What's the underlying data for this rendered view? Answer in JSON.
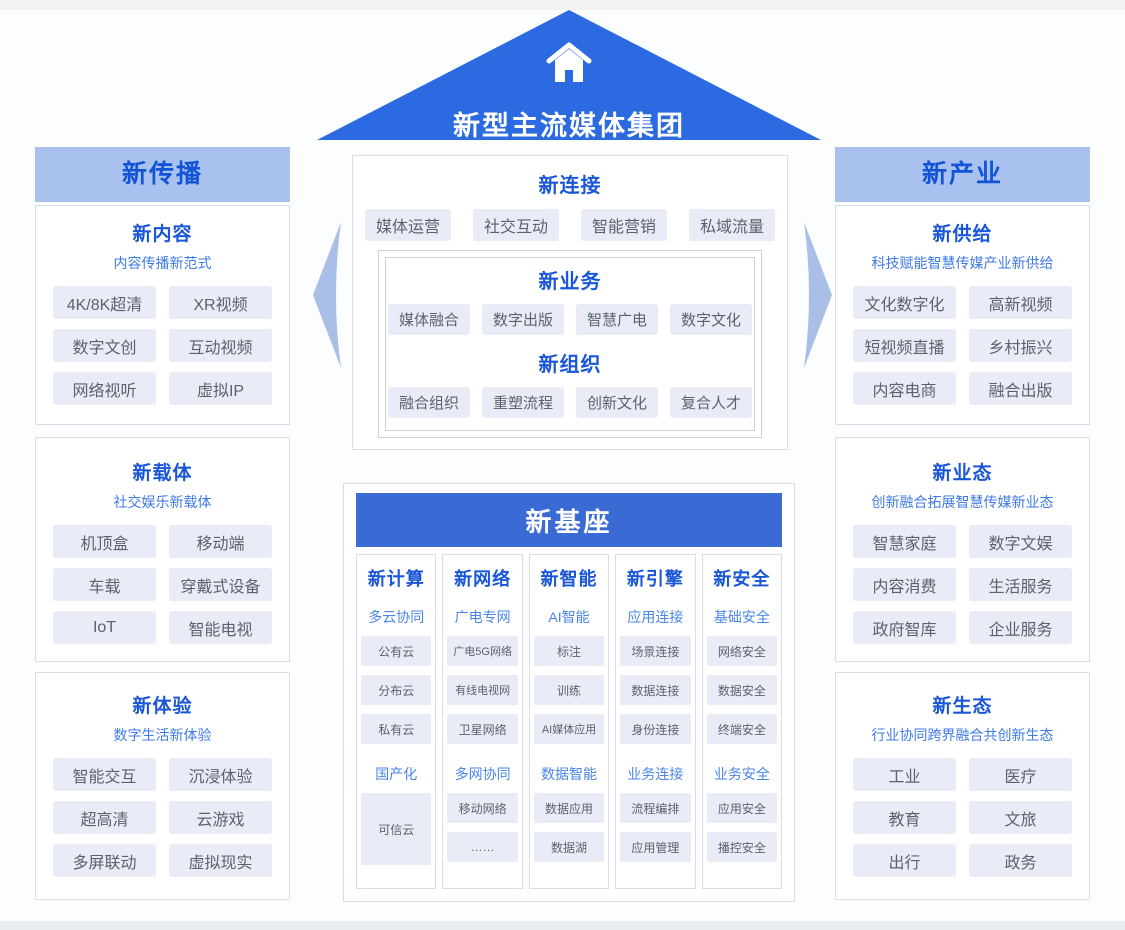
{
  "colors": {
    "roof_blue": "#2b6ae0",
    "band_blue": "#a9c1ee",
    "header_text_blue": "#1254d8",
    "title_blue": "#1a56d8",
    "subtitle_blue": "#3e7ae6",
    "section_blue": "#4a86e8",
    "foundation_bar_blue": "#3a6bd5",
    "chip_bg": "#e9ecf7",
    "chip_text": "#5a6270",
    "arrow_fill": "#a9bfe8"
  },
  "roof": {
    "icon": "home-icon",
    "title": "新型主流媒体集团"
  },
  "left_column": {
    "header": "新传播",
    "panels": [
      {
        "title": "新内容",
        "subtitle": "内容传播新范式",
        "chips": [
          "4K/8K超清",
          "XR视频",
          "数字文创",
          "互动视频",
          "网络视听",
          "虚拟IP"
        ]
      },
      {
        "title": "新载体",
        "subtitle": "社交娱乐新载体",
        "chips": [
          "机顶盒",
          "移动端",
          "车载",
          "穿戴式设备",
          "IoT",
          "智能电视"
        ]
      },
      {
        "title": "新体验",
        "subtitle": "数字生活新体验",
        "chips": [
          "智能交互",
          "沉浸体验",
          "超高清",
          "云游戏",
          "多屏联动",
          "虚拟现实"
        ]
      }
    ]
  },
  "right_column": {
    "header": "新产业",
    "panels": [
      {
        "title": "新供给",
        "subtitle": "科技赋能智慧传媒产业新供给",
        "chips": [
          "文化数字化",
          "高新视频",
          "短视频直播",
          "乡村振兴",
          "内容电商",
          "融合出版"
        ]
      },
      {
        "title": "新业态",
        "subtitle": "创新融合拓展智慧传媒新业态",
        "chips": [
          "智慧家庭",
          "数字文娱",
          "内容消费",
          "生活服务",
          "政府智库",
          "企业服务"
        ]
      },
      {
        "title": "新生态",
        "subtitle": "行业协同跨界融合共创新生态",
        "chips": [
          "工业",
          "医疗",
          "教育",
          "文旅",
          "出行",
          "政务"
        ]
      }
    ]
  },
  "center": {
    "connection": {
      "title": "新连接",
      "chips": [
        "媒体运营",
        "社交互动",
        "智能营销",
        "私域流量"
      ]
    },
    "business": {
      "title": "新业务",
      "chips": [
        "媒体融合",
        "数字出版",
        "智慧广电",
        "数字文化"
      ]
    },
    "organization": {
      "title": "新组织",
      "chips": [
        "融合组织",
        "重塑流程",
        "创新文化",
        "复合人才"
      ]
    }
  },
  "foundation": {
    "header": "新基座",
    "columns": [
      {
        "title": "新计算",
        "sections": [
          {
            "label": "多云协同",
            "chips": [
              "公有云",
              "分布云",
              "私有云"
            ]
          },
          {
            "label": "国产化",
            "chips": [
              "可信云"
            ]
          }
        ]
      },
      {
        "title": "新网络",
        "sections": [
          {
            "label": "广电专网",
            "chips": [
              "广电5G网络",
              "有线电视网",
              "卫星网络"
            ]
          },
          {
            "label": "多网协同",
            "chips": [
              "移动网络",
              "……"
            ]
          }
        ]
      },
      {
        "title": "新智能",
        "sections": [
          {
            "label": "AI智能",
            "chips": [
              "标注",
              "训练",
              "AI媒体应用"
            ]
          },
          {
            "label": "数据智能",
            "chips": [
              "数据应用",
              "数据湖"
            ]
          }
        ]
      },
      {
        "title": "新引擎",
        "sections": [
          {
            "label": "应用连接",
            "chips": [
              "场景连接",
              "数据连接",
              "身份连接"
            ]
          },
          {
            "label": "业务连接",
            "chips": [
              "流程编排",
              "应用管理"
            ]
          }
        ]
      },
      {
        "title": "新安全",
        "sections": [
          {
            "label": "基础安全",
            "chips": [
              "网络安全",
              "数据安全",
              "终端安全"
            ]
          },
          {
            "label": "业务安全",
            "chips": [
              "应用安全",
              "播控安全"
            ]
          }
        ]
      }
    ]
  }
}
